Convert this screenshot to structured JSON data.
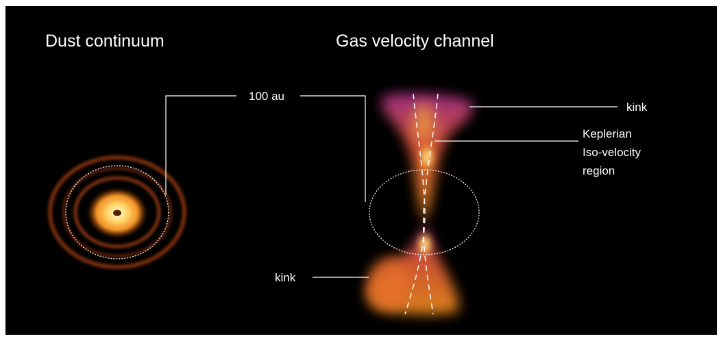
{
  "panels": {
    "dust_title": "Dust continuum",
    "gas_title": "Gas velocity channel"
  },
  "annotations": {
    "scale": "100 au",
    "kink_top": "kink",
    "keplerian_line1": "Keplerian",
    "keplerian_line2": "Iso-velocity",
    "keplerian_line3": "region",
    "kink_bottom": "kink"
  },
  "colors": {
    "background": "#000000",
    "emission_hot": "#fff6a8",
    "emission_mid": "#f3901e",
    "emission_cool": "#7a1f6b",
    "rings": "#8a3410",
    "annotation_lines": "#ffffff"
  }
}
